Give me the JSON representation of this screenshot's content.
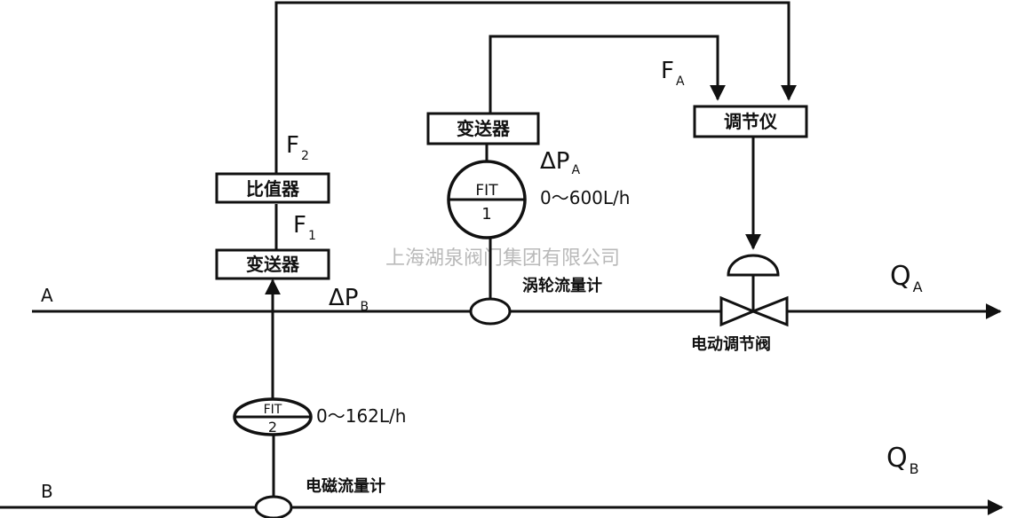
{
  "lines": {
    "line_a": "A",
    "line_b": "B",
    "flow_a": {
      "main": "Q",
      "sub": "A"
    },
    "flow_b": {
      "main": "Q",
      "sub": "B"
    }
  },
  "boxes": {
    "transmitter_a": "变送器",
    "transmitter_b": "变送器",
    "ratio": "比值器",
    "controller": "调节仪"
  },
  "signals": {
    "f1": {
      "main": "F",
      "sub": "1"
    },
    "f2": {
      "main": "F",
      "sub": "2"
    },
    "fa": {
      "main": "F",
      "sub": "A"
    },
    "dpa": {
      "main": "ΔP",
      "sub": "A"
    },
    "dpb": {
      "main": "ΔP",
      "sub": "B"
    }
  },
  "instruments": {
    "fit1": {
      "top": "FIT",
      "bottom": "1",
      "range": "0～600L/h",
      "name": "涡轮流量计"
    },
    "fit2": {
      "top": "FIT",
      "bottom": "2",
      "range": "0～162L/h",
      "name": "电磁流量计"
    }
  },
  "valve": {
    "name": "电动调节阀"
  },
  "watermark": "上海湖泉阀门集团有限公司"
}
